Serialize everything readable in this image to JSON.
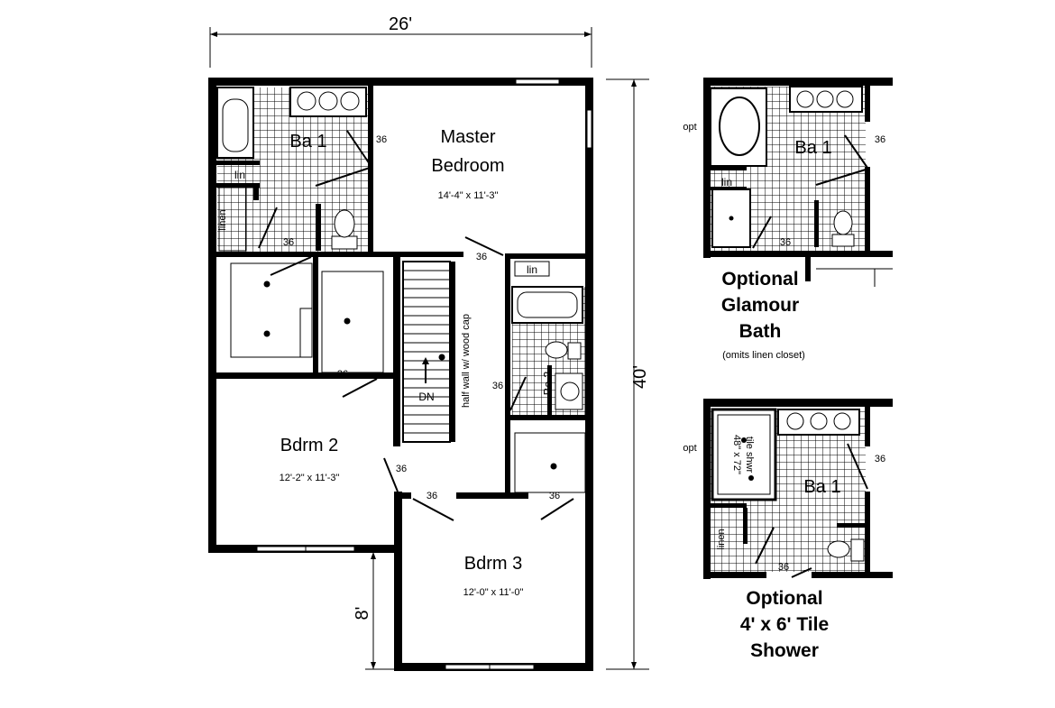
{
  "dimensions": {
    "overall_width": "26'",
    "overall_depth": "40'",
    "offset": "8'"
  },
  "rooms": {
    "master": {
      "name_line1": "Master",
      "name_line2": "Bedroom",
      "size": "14'-4\" x 11'-3\""
    },
    "bdrm2": {
      "name": "Bdrm 2",
      "size": "12'-2\" x 11'-3\""
    },
    "bdrm3": {
      "name": "Bdrm 3",
      "size": "12'-0\" x 11'-0\""
    },
    "ba1": {
      "name": "Ba 1"
    },
    "ba2": {
      "name": "Ba 2"
    }
  },
  "labels": {
    "lin": "lin",
    "linen": "linen",
    "door": "36",
    "stair_note": "half wall w/ wood cap",
    "down": "DN",
    "opt": "opt",
    "shower_size": "48\" x 72\"",
    "shower_type": "tile shwr"
  },
  "options": {
    "glamour": {
      "title_line1": "Optional",
      "title_line2": "Glamour",
      "title_line3": "Bath",
      "note": "(omits linen closet)"
    },
    "tile_shower": {
      "title_line1": "Optional",
      "title_line2": "4' x 6' Tile",
      "title_line3": "Shower"
    }
  }
}
